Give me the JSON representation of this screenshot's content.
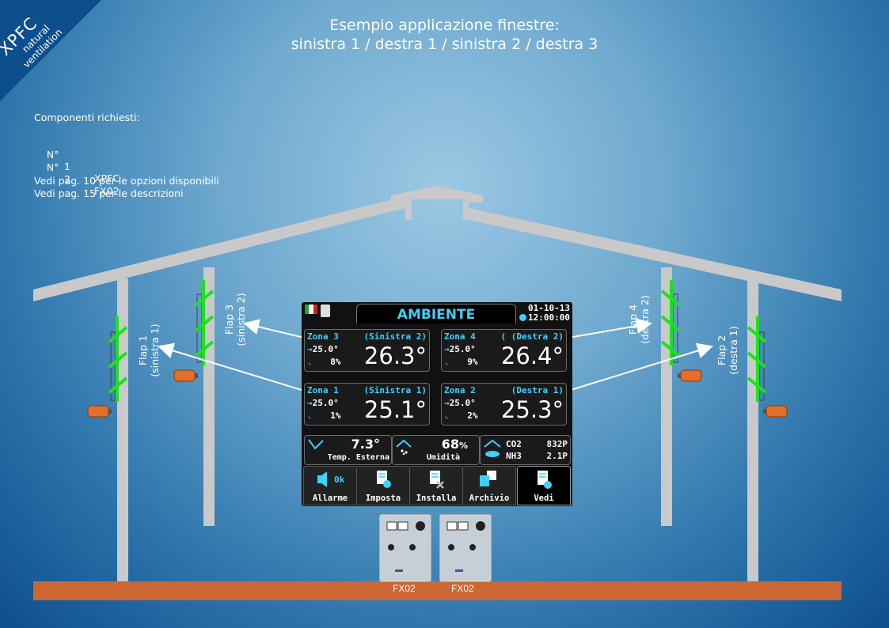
{
  "brand": {
    "name": "XPFC",
    "sub1": "natural",
    "sub2": "ventilation"
  },
  "title": {
    "line1": "Esempio applicazione finestre:",
    "line2": "sinistra 1 / destra 1 / sinistra 2 / destra 3"
  },
  "components": {
    "heading": "Componenti richiesti:",
    "rows": [
      {
        "no": "N°",
        "qty": "1",
        "name": "XPFC"
      },
      {
        "no": "N°",
        "qty": "2",
        "name": "FX02"
      }
    ],
    "note1": "Vedi pag. 10 per le opzioni disponibili",
    "note2": "Vedi pag. 15 per le descrizioni"
  },
  "flaps": {
    "flap1": {
      "l1": "Flap 1",
      "l2": "(sinistra 1)"
    },
    "flap3": {
      "l1": "Flap 3",
      "l2": "(sinistra 2)"
    },
    "flap4": {
      "l1": "Flap 4",
      "l2": "(destra 2)"
    },
    "flap2": {
      "l1": "Flap 2",
      "l2": "(destra 1)"
    }
  },
  "hmi": {
    "header": "AMBIENTE",
    "date": "01-10-13",
    "time": "12:00:00",
    "zones": [
      {
        "name": "Zona 3",
        "side": "(Sinistra 2)",
        "set": "25.0°",
        "hum": "8%",
        "temp": "26.3°"
      },
      {
        "name": "Zona 4",
        "side": "( (Destra 2)",
        "set": "25.0°",
        "hum": "9%",
        "temp": "26.4°"
      },
      {
        "name": "Zona 1",
        "side": "(Sinistra 1)",
        "set": "25.0°",
        "hum": "1%",
        "temp": "25.1°"
      },
      {
        "name": "Zona 2",
        "side": "(Destra 1)",
        "set": "25.0°",
        "hum": "2%",
        "temp": "25.3°"
      }
    ],
    "ext_temp": {
      "value": "7.3°",
      "label": "Temp. Esterna"
    },
    "humidity": {
      "value": "68",
      "unit": "%",
      "label": "Umidità"
    },
    "gas": {
      "co2_label": "CO2",
      "co2_value": "832P",
      "nh3_label": "NH3",
      "nh3_value": "2.1P"
    },
    "buttons": [
      {
        "label": "Allarme",
        "badge": "0k"
      },
      {
        "label": "Imposta"
      },
      {
        "label": "Installa"
      },
      {
        "label": "Archivio"
      },
      {
        "label": "Vedi"
      }
    ]
  },
  "fx": [
    {
      "label": "FX02"
    },
    {
      "label": "FX02"
    }
  ],
  "colors": {
    "floor": "#cc6633",
    "wall": "#c9c9c9",
    "flap": "#1fe01f",
    "accent": "#3bd2ff",
    "motor": "#e0702c"
  }
}
